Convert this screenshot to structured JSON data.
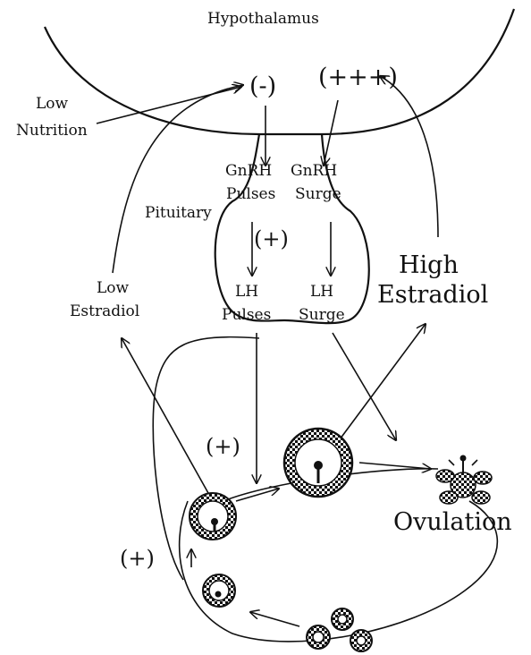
{
  "labels": {
    "hypothalamus": "Hypothalamus",
    "minus": "(-)",
    "triple_plus": "(+++)",
    "low_nutrition_1": "Low",
    "low_nutrition_2": "Nutrition",
    "gnrh_pulses_1": "GnRH",
    "gnrh_pulses_2": "Pulses",
    "gnrh_surge_1": "GnRH",
    "gnrh_surge_2": "Surge",
    "pituitary": "Pituitary",
    "pituitary_plus": "(+)",
    "lh_pulses_1": "LH",
    "lh_pulses_2": "Pulses",
    "lh_surge_1": "LH",
    "lh_surge_2": "Surge",
    "low_estradiol_1": "Low",
    "low_estradiol_2": "Estradiol",
    "high_estradiol_1": "High",
    "high_estradiol_2": "Estradiol",
    "follicle_plus": "(+)",
    "ovary_plus": "(+)",
    "ovulation": "Ovulation"
  },
  "colors": {
    "ink": "#111111",
    "background": "#ffffff"
  }
}
